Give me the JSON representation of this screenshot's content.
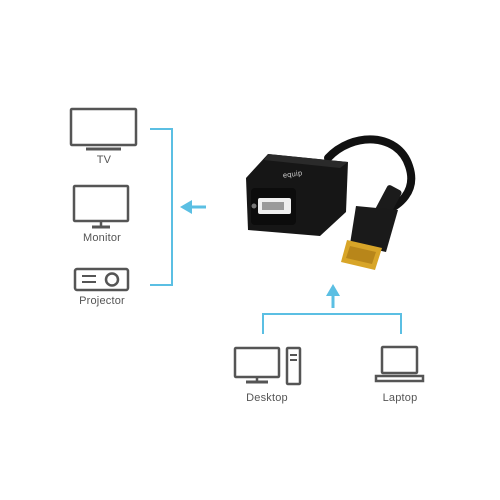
{
  "devices_out": {
    "tv": {
      "label": "TV",
      "icon": "tv-icon"
    },
    "monitor": {
      "label": "Monitor",
      "icon": "monitor-icon"
    },
    "projector": {
      "label": "Projector",
      "icon": "projector-icon"
    }
  },
  "devices_in": {
    "desktop": {
      "label": "Desktop",
      "icon": "desktop-icon"
    },
    "laptop": {
      "label": "Laptop",
      "icon": "laptop-icon"
    }
  },
  "adapter": {
    "brand": "equip",
    "icon": "displayport-to-dvi-adapter-icon"
  },
  "colors": {
    "connector": "#5bbfe3",
    "icon_stroke": "#555555",
    "adapter_body": "#141414"
  }
}
